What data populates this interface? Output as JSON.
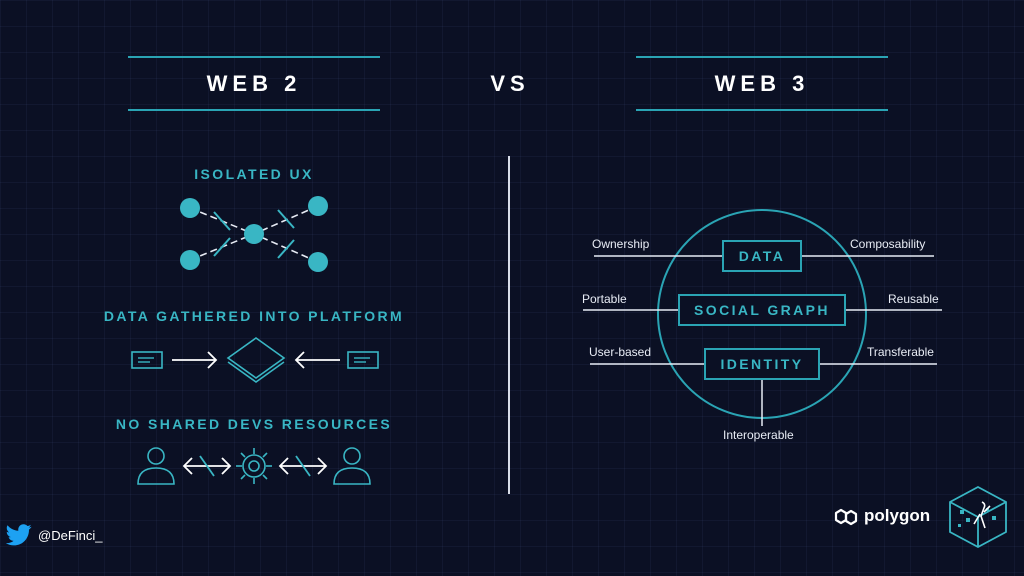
{
  "header": {
    "left_title": "WEB 2",
    "vs": "VS",
    "right_title": "WEB 3"
  },
  "web2": {
    "sections": [
      {
        "title": "ISOLATED UX"
      },
      {
        "title": "DATA GATHERED INTO PLATFORM"
      },
      {
        "title": "NO SHARED DEVS RESOURCES"
      }
    ]
  },
  "web3": {
    "boxes": [
      "DATA",
      "SOCIAL GRAPH",
      "IDENTITY"
    ],
    "labels": {
      "ownership": "Ownership",
      "composability": "Composability",
      "portable": "Portable",
      "reusable": "Reusable",
      "user_based": "User-based",
      "transferable": "Transferable",
      "interoperable": "Interoperable"
    }
  },
  "footer": {
    "handle": "@DeFinci_",
    "brand": "polygon"
  },
  "colors": {
    "background": "#0b1024",
    "accent": "#2aa4b4",
    "accent_text": "#39b6c4",
    "text": "#ffffff"
  },
  "icons": [
    "twitter-bird-icon",
    "polygon-logo-icon",
    "cube-logo-icon",
    "gear-icon",
    "person-icon",
    "document-icon",
    "platform-diamond-icon"
  ]
}
